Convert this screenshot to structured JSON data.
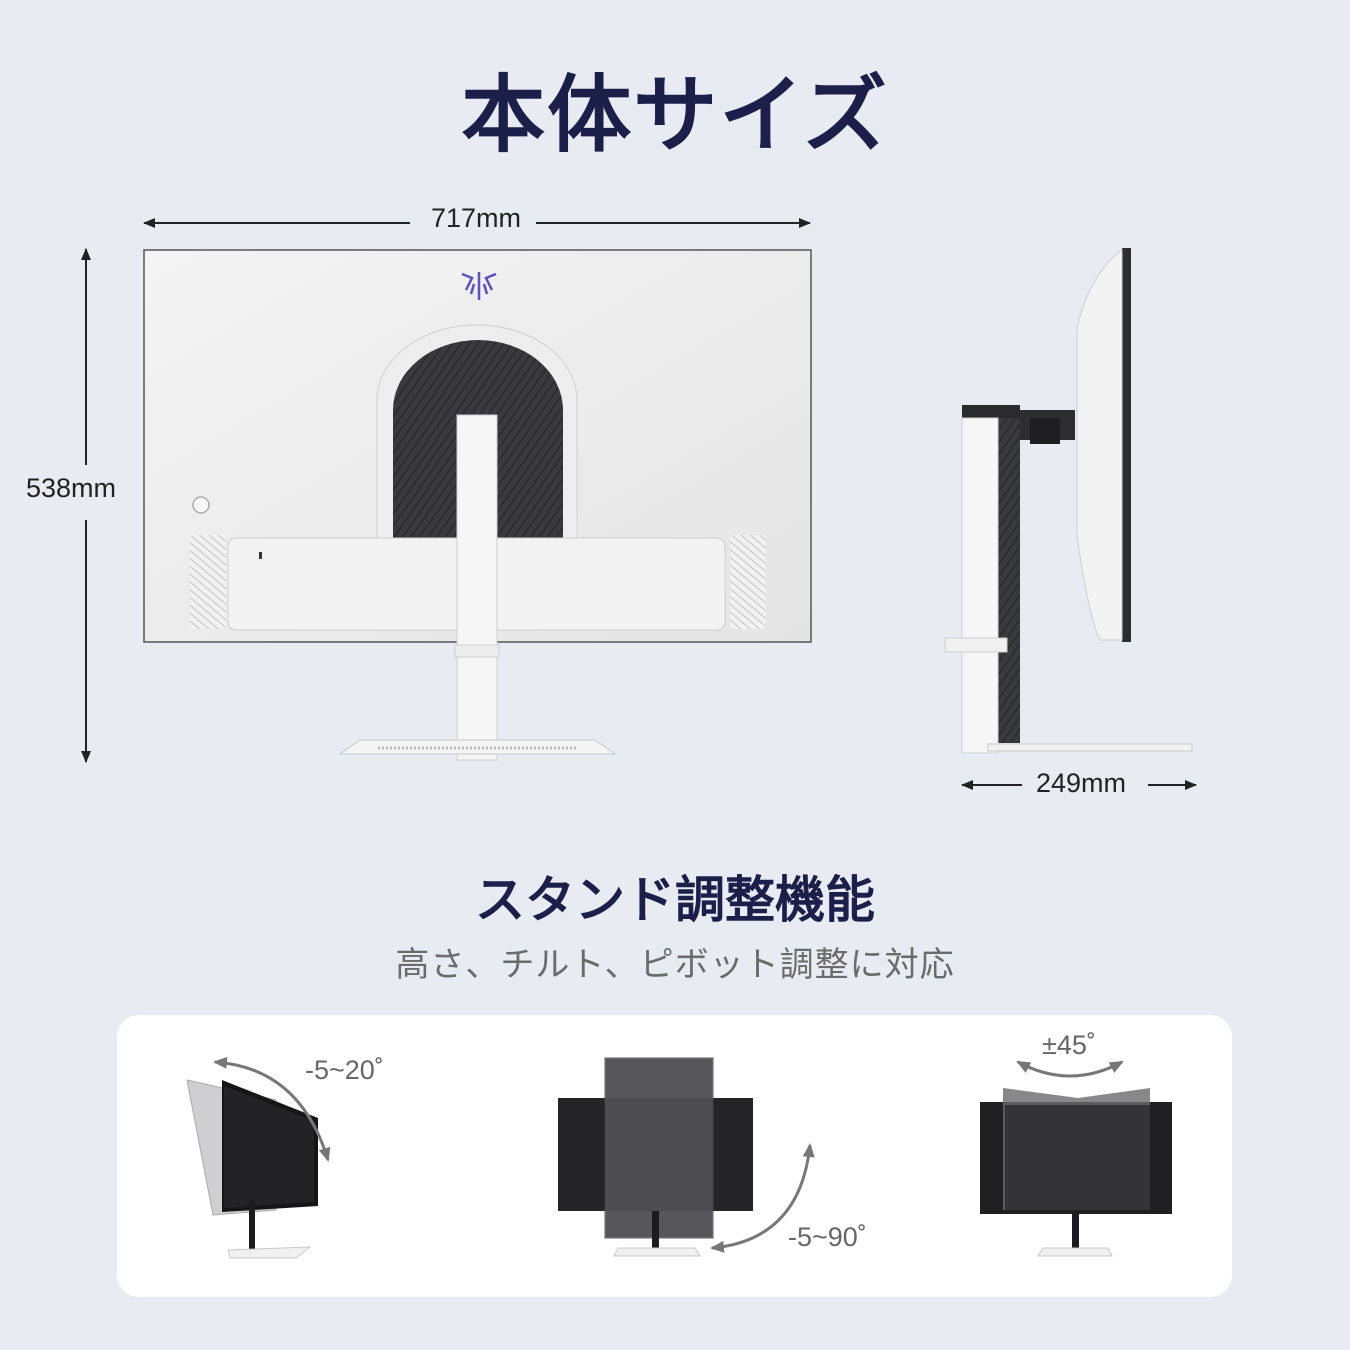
{
  "title": "本体サイズ",
  "dimensions": {
    "width": "717mm",
    "height": "538mm",
    "depth": "249mm"
  },
  "stand_section": {
    "title": "スタンド調整機能",
    "caption": "高さ、チルト、ピボット調整に対応"
  },
  "adjustments": {
    "tilt": "-5~20˚",
    "pivot": "-5~90˚",
    "swivel": "±45˚"
  },
  "colors": {
    "background": "#e8ebf2",
    "title": "#1c1f4a",
    "logo": "#5b4fc4"
  }
}
